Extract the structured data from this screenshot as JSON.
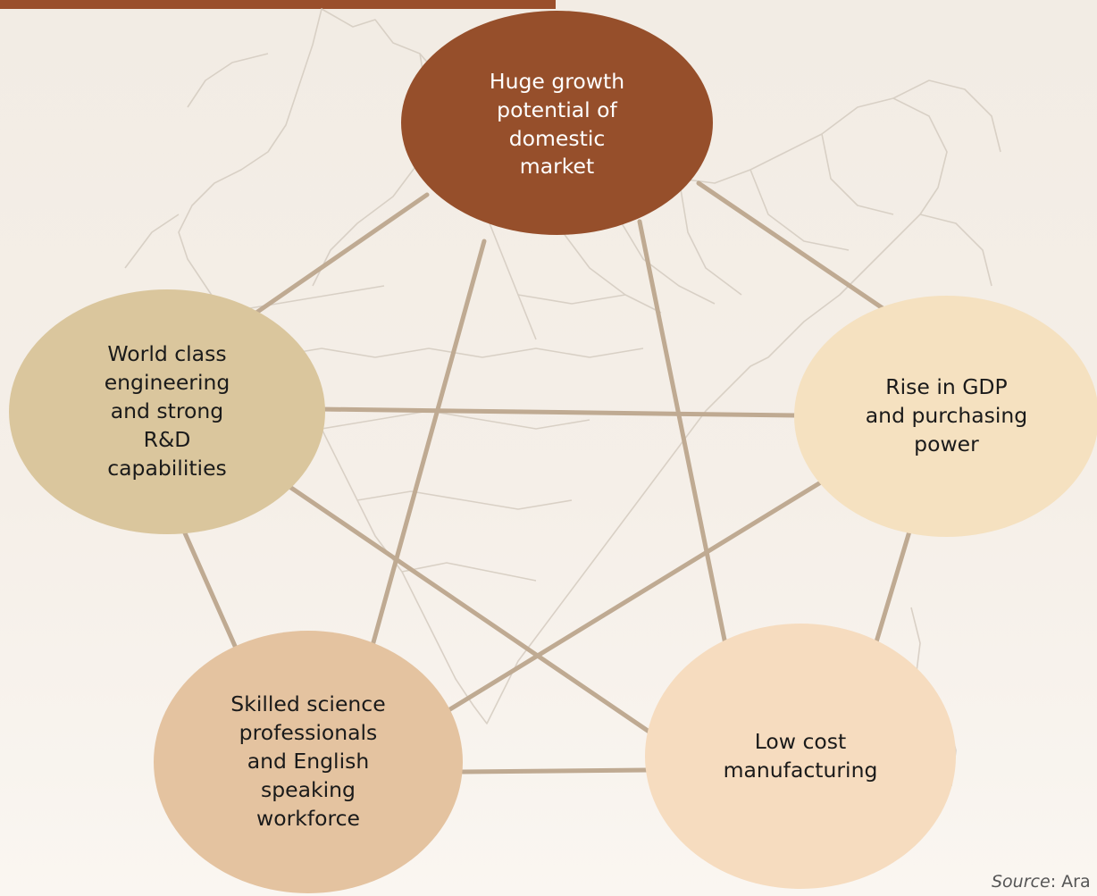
{
  "colors": {
    "top_bar": "#9a4f2c",
    "connector": "#bfaa92"
  },
  "nodes": {
    "growth": {
      "label": "Huge growth\npotential of\ndomestic\nmarket",
      "color": "#964f2b"
    },
    "gdp": {
      "label": "Rise in GDP\nand purchasing\npower",
      "color": "#f5e1c0"
    },
    "engineering": {
      "label": "World class\nengineering\nand strong\nR&D\ncapabilities",
      "color": "#dac69d"
    },
    "skilled": {
      "label": "Skilled science\nprofessionals\nand English\nspeaking\nworkforce",
      "color": "#e4c3a0"
    },
    "lowcost": {
      "label": "Low cost\nmanufacturing",
      "color": "#f6dcbf"
    }
  },
  "source": {
    "prefix": "Source",
    "text": "Ara"
  }
}
